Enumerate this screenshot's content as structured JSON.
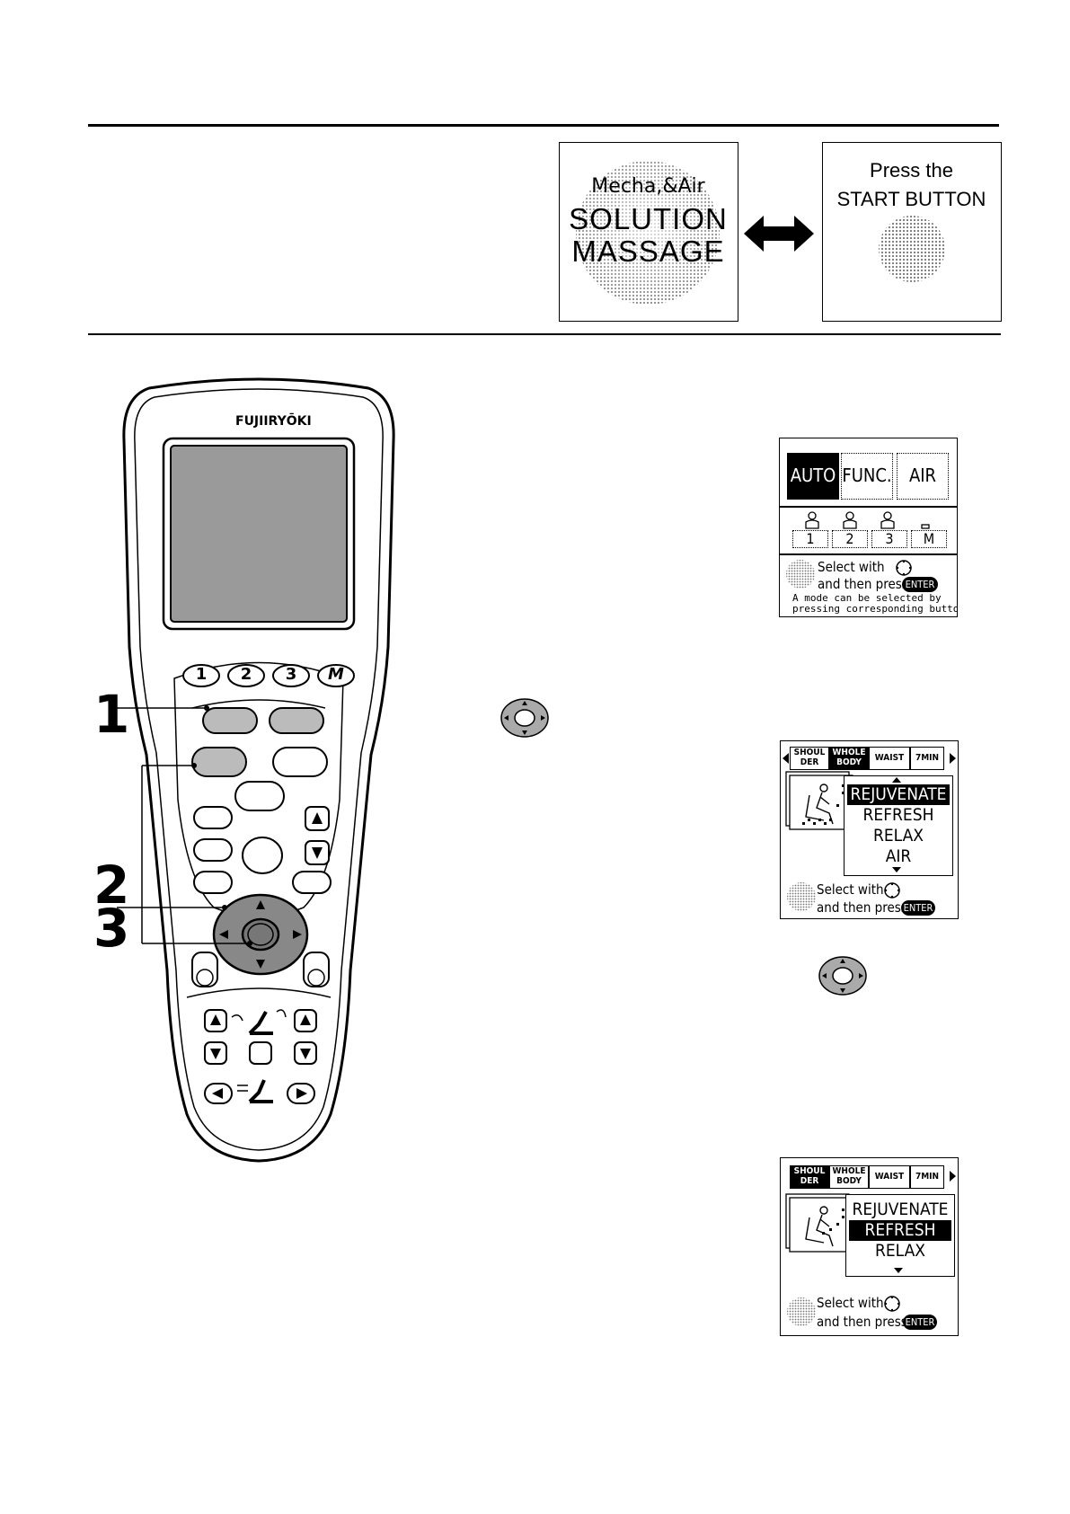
{
  "intro_panel": {
    "logo_line1": "Mecha,&Air",
    "logo_line2": "SOLUTION",
    "logo_line3": "MASSAGE",
    "start_line1": "Press the",
    "start_line2": "START BUTTON"
  },
  "remote": {
    "brand": "FUJIIRYŌKI",
    "preset_buttons": [
      "1",
      "2",
      "3",
      "M"
    ]
  },
  "callouts": {
    "c1": "1",
    "c2": "2",
    "c3": "3"
  },
  "screen_mode": {
    "tabs": [
      "AUTO",
      "FUNC.",
      "AIR"
    ],
    "selected_tab": "AUTO",
    "users": [
      "1",
      "2",
      "3",
      "M"
    ],
    "hint_line1": "Select with",
    "hint_line2": "and then press",
    "enter_label": "ENTER",
    "note_line1": "A mode can be selected by",
    "note_line2": "pressing corresponding button."
  },
  "screen_program_1": {
    "tabs": [
      {
        "line1": "SHOUL",
        "line2": "DER"
      },
      {
        "line1": "WHOLE",
        "line2": "BODY"
      },
      {
        "line1": "WAIST",
        "line2": ""
      },
      {
        "line1": "7MIN",
        "line2": ""
      }
    ],
    "selected_tab_index": 1,
    "items": [
      "REJUVENATE",
      "REFRESH",
      "RELAX",
      "AIR"
    ],
    "selected_item_index": 0,
    "hint_line1": "Select with",
    "hint_line2": "and then press",
    "enter_label": "ENTER"
  },
  "screen_program_2": {
    "tabs": [
      {
        "line1": "SHOUL",
        "line2": "DER"
      },
      {
        "line1": "WHOLE",
        "line2": "BODY"
      },
      {
        "line1": "WAIST",
        "line2": ""
      },
      {
        "line1": "7MIN",
        "line2": ""
      }
    ],
    "selected_tab_index": 0,
    "items": [
      "REJUVENATE",
      "REFRESH",
      "RELAX"
    ],
    "selected_item_index": 1,
    "hint_line1": "Select with",
    "hint_line2": "and then press",
    "enter_label": "ENTER"
  }
}
